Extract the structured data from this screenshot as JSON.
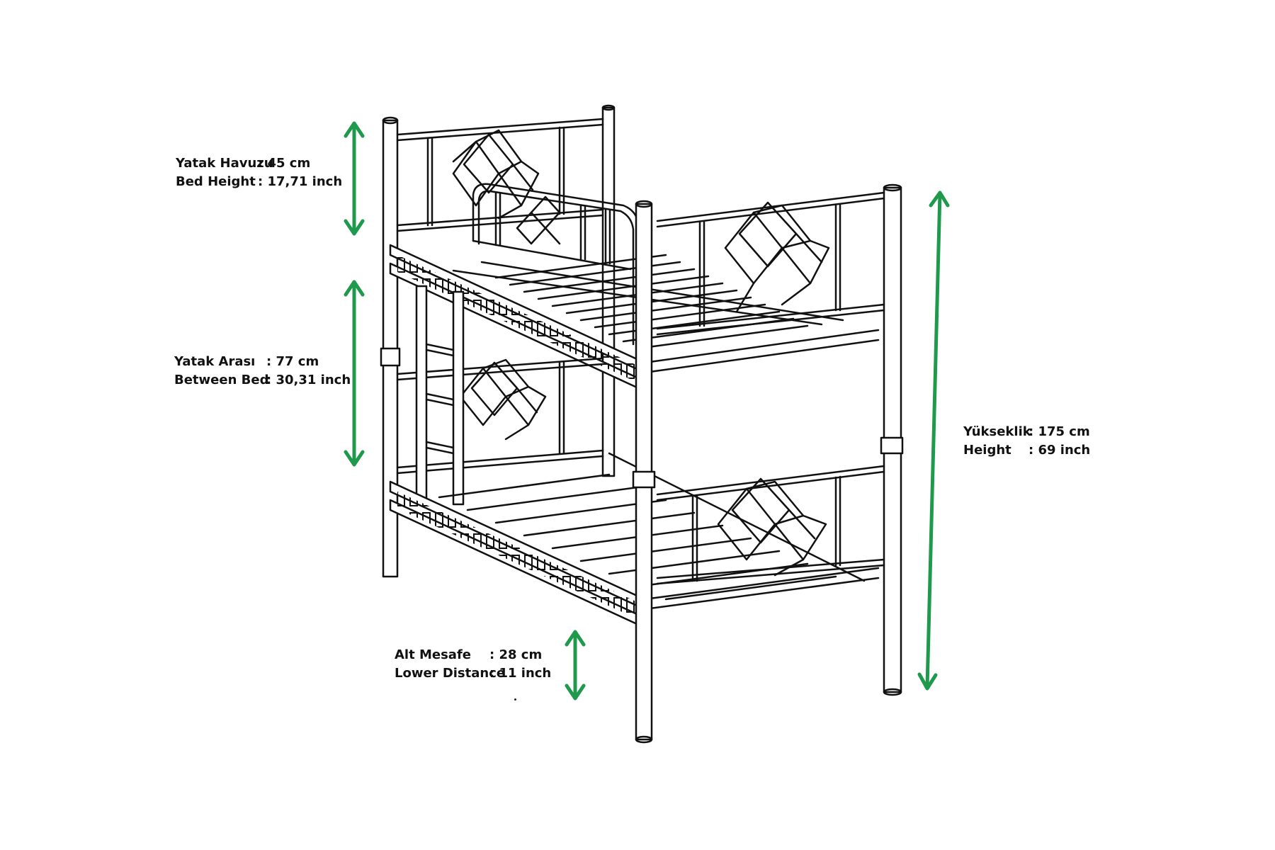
{
  "colors": {
    "arrow": "#1f9a4c",
    "line": "#111111",
    "background": "#ffffff"
  },
  "dimensions": {
    "bed_height": {
      "tr_label": "Yatak Havuzu",
      "tr_value": ": 45 cm",
      "en_label": "Bed Height",
      "en_value": ": 17,71 inch"
    },
    "between_bed": {
      "tr_label": "Yatak Arası",
      "tr_value": ": 77 cm",
      "en_label": "Between Bed",
      "en_value": ": 30,31 inch"
    },
    "total_height": {
      "tr_label": "Yükseklik",
      "tr_value": ":  175 cm",
      "en_label": "Height",
      "en_value": ":  69 inch"
    },
    "lower_distance": {
      "tr_label": "Alt Mesafe",
      "tr_value": ": 28 cm",
      "en_label": "Lower Distance",
      "en_value": ": 11 inch"
    }
  }
}
